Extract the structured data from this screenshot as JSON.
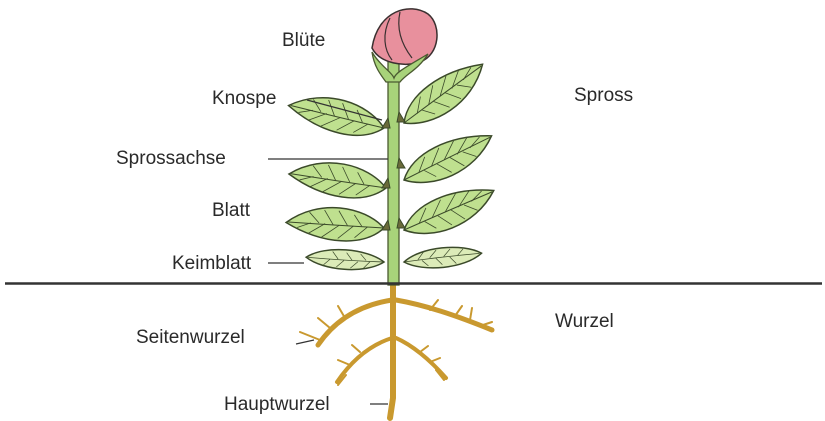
{
  "labels": {
    "bluete": "Blüte",
    "knospe": "Knospe",
    "sprossachse": "Sprossachse",
    "blatt": "Blatt",
    "keimblatt": "Keimblatt",
    "seitenwurzel": "Seitenwurzel",
    "hauptwurzel": "Hauptwurzel",
    "spross": "Spross",
    "wurzel": "Wurzel"
  },
  "colors": {
    "blossom": "#e8909d",
    "stem": "#a8d37a",
    "leaf": "#bfe08f",
    "root": "#c9992f",
    "line": "#333333"
  }
}
